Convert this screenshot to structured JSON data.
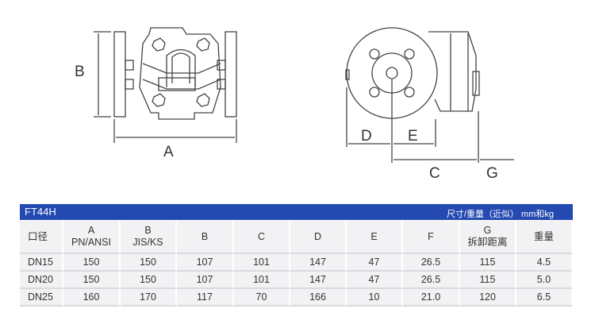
{
  "drawing": {
    "labels": {
      "A": "A",
      "B": "B",
      "C": "C",
      "D": "D",
      "E": "E",
      "G": "G"
    }
  },
  "table": {
    "title": "FT44H",
    "unit_note": "尺寸/重量（近似）  mm和kg",
    "headers": [
      {
        "top": "口径",
        "bottom": ""
      },
      {
        "top": "A",
        "bottom": "PN/ANSI"
      },
      {
        "top": "B",
        "bottom": "JIS/KS"
      },
      {
        "top": "B",
        "bottom": ""
      },
      {
        "top": "C",
        "bottom": ""
      },
      {
        "top": "D",
        "bottom": ""
      },
      {
        "top": "E",
        "bottom": ""
      },
      {
        "top": "F",
        "bottom": ""
      },
      {
        "top": "G",
        "bottom": "拆卸距离"
      },
      {
        "top": "重量",
        "bottom": ""
      }
    ],
    "rows": [
      [
        "DN15",
        "150",
        "150",
        "107",
        "101",
        "147",
        "47",
        "26.5",
        "115",
        "4.5"
      ],
      [
        "DN20",
        "150",
        "150",
        "107",
        "101",
        "147",
        "47",
        "26.5",
        "115",
        "5.0"
      ],
      [
        "DN25",
        "160",
        "170",
        "117",
        "70",
        "166",
        "10",
        "21.0",
        "120",
        "6.5"
      ]
    ]
  }
}
